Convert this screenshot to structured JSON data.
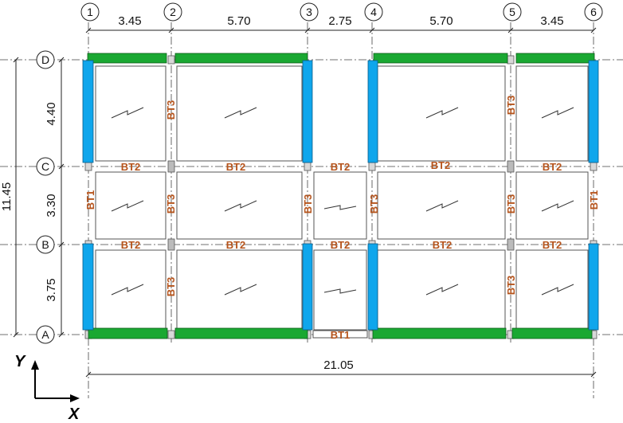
{
  "grid": {
    "columns": [
      "1",
      "2",
      "3",
      "4",
      "5",
      "6"
    ],
    "rows": [
      "D",
      "C",
      "B",
      "A"
    ]
  },
  "dimensions": {
    "x_spans": [
      "3.45",
      "5.70",
      "2.75",
      "5.70",
      "3.45"
    ],
    "y_spans": [
      "4.40",
      "3.30",
      "3.75"
    ],
    "total_x": "21.05",
    "total_y": "11.45"
  },
  "beam_labels": {
    "bt1": "BT1",
    "bt2": "BT2",
    "bt3": "BT3"
  },
  "axes": {
    "x": "X",
    "y": "Y"
  },
  "colors": {
    "beam_green": "#1aa832",
    "beam_blue": "#0fa6ec",
    "label_orange": "#b5531b",
    "line": "#222222"
  }
}
